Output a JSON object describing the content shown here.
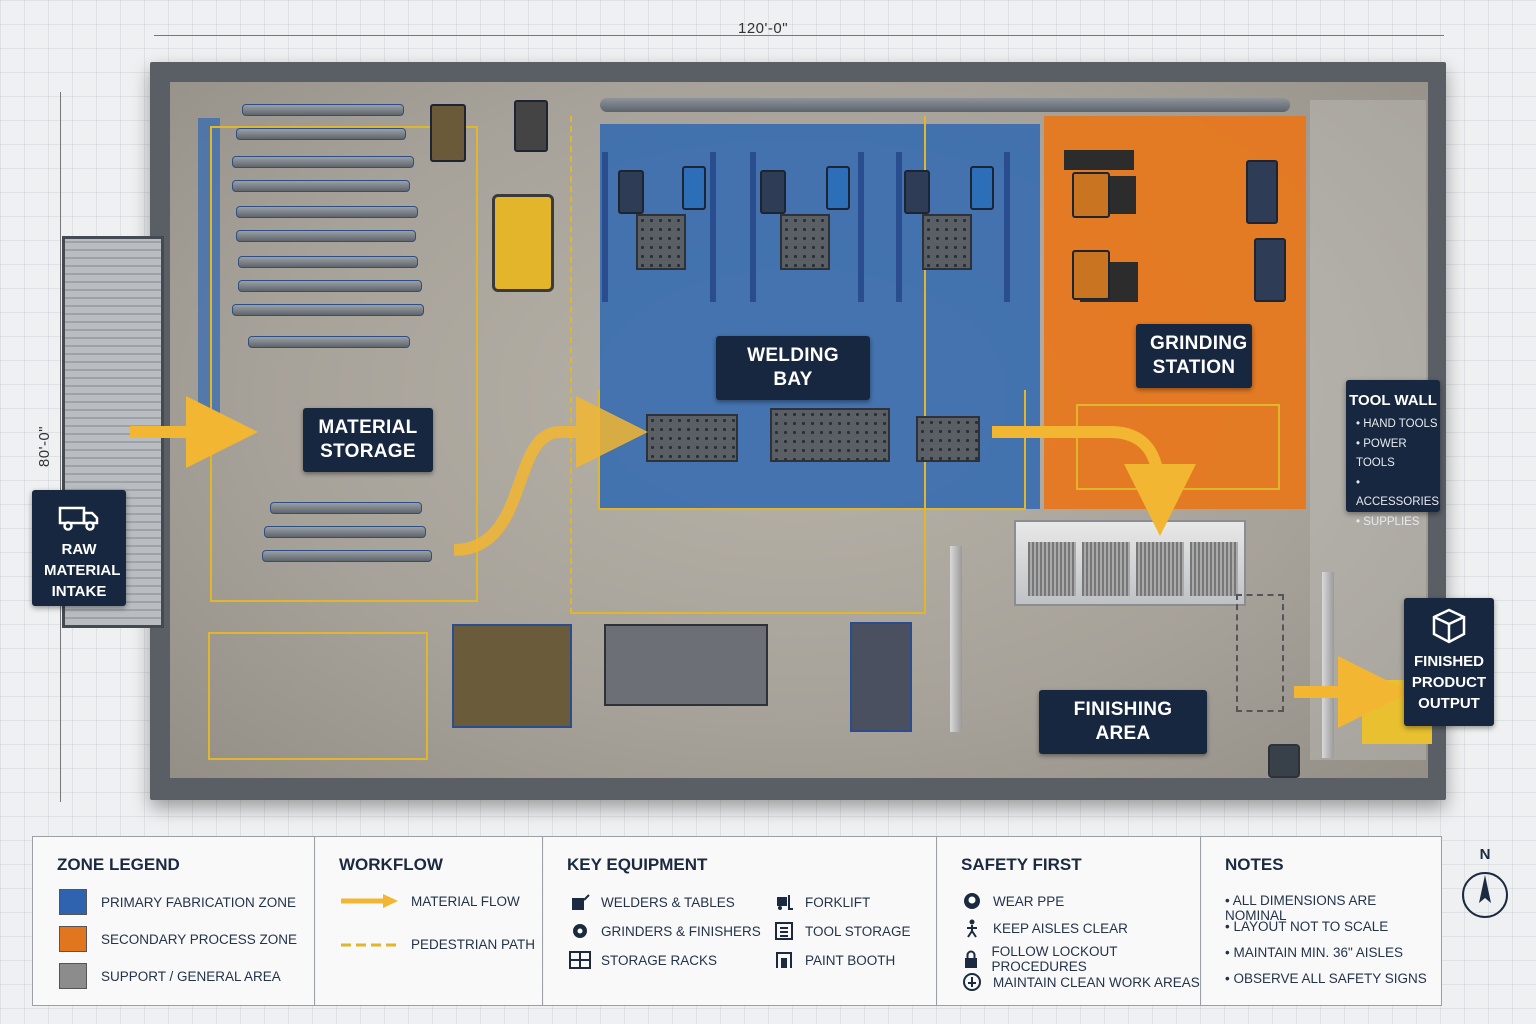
{
  "dimensions": {
    "width": "120'-0\"",
    "depth": "80'-0\""
  },
  "zones": {
    "material_storage": "MATERIAL STORAGE",
    "welding_bay": "WELDING BAY",
    "grinding_station": "GRINDING STATION",
    "finishing_area": "FINISHING AREA"
  },
  "intake": {
    "label": "RAW MATERIAL INTAKE",
    "icon": "truck-icon"
  },
  "output": {
    "label": "FINISHED PRODUCT OUTPUT",
    "icon": "box-icon"
  },
  "tool_wall": {
    "title": "TOOL WALL",
    "items": [
      "HAND TOOLS",
      "POWER TOOLS",
      "ACCESSORIES",
      "SUPPLIES"
    ]
  },
  "legend": {
    "title": "ZONE LEGEND",
    "items": [
      {
        "label": "PRIMARY FABRICATION ZONE",
        "color": "#2f63b0"
      },
      {
        "label": "SECONDARY PROCESS ZONE",
        "color": "#e2761e"
      },
      {
        "label": "SUPPORT / GENERAL AREA",
        "color": "#8c8c8c"
      }
    ]
  },
  "workflow": {
    "title": "WORKFLOW",
    "items": [
      {
        "label": "MATERIAL FLOW",
        "color": "#f2b632"
      },
      {
        "label": "PEDESTRIAN PATH",
        "color": "#e0b62c"
      }
    ]
  },
  "equipment": {
    "title": "KEY EQUIPMENT",
    "items": [
      {
        "label": "WELDERS & TABLES",
        "icon": "welder-icon"
      },
      {
        "label": "GRINDERS & FINISHERS",
        "icon": "grinder-icon"
      },
      {
        "label": "STORAGE RACKS",
        "icon": "rack-icon"
      },
      {
        "label": "FORKLIFT",
        "icon": "forklift-icon"
      },
      {
        "label": "TOOL STORAGE",
        "icon": "toolbox-icon"
      },
      {
        "label": "PAINT BOOTH",
        "icon": "paint-booth-icon"
      }
    ]
  },
  "safety": {
    "title": "SAFETY FIRST",
    "items": [
      {
        "label": "WEAR PPE",
        "icon": "ppe-icon"
      },
      {
        "label": "KEEP AISLES CLEAR",
        "icon": "aisle-icon"
      },
      {
        "label": "FOLLOW LOCKOUT PROCEDURES",
        "icon": "lock-icon"
      },
      {
        "label": "MAINTAIN CLEAN WORK AREAS",
        "icon": "clean-icon"
      }
    ]
  },
  "notes": {
    "title": "NOTES",
    "items": [
      "• ALL DIMENSIONS ARE NOMINAL",
      "• LAYOUT NOT TO SCALE",
      "• MAINTAIN MIN. 36\" AISLES",
      "• OBSERVE ALL SAFETY SIGNS"
    ]
  },
  "compass": {
    "label": "N"
  }
}
